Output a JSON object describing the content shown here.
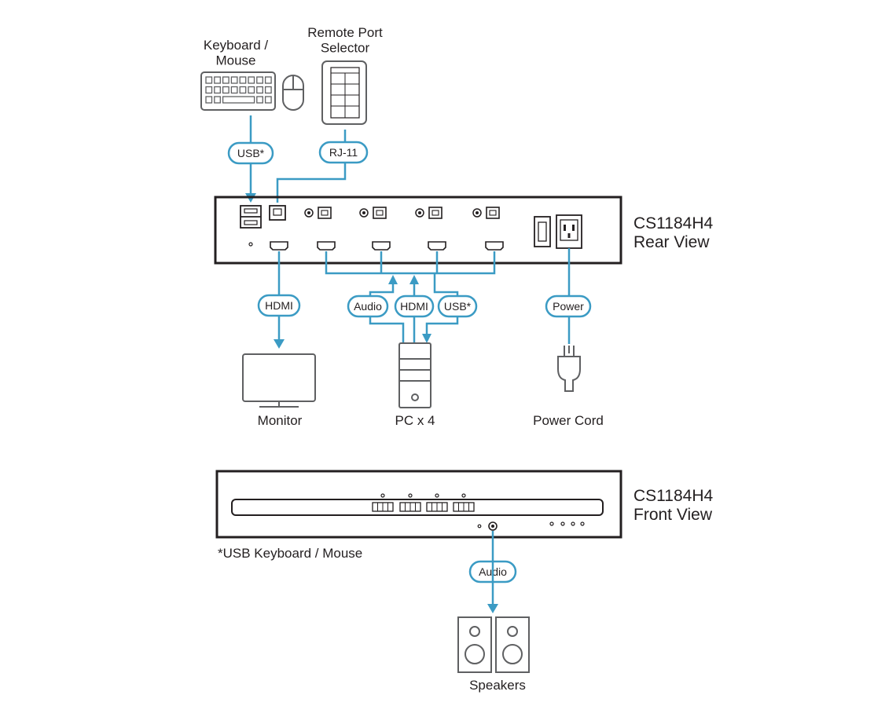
{
  "devices": {
    "keyboard_mouse": "Keyboard /\nMouse",
    "remote_port_selector": "Remote Port\nSelector",
    "monitor": "Monitor",
    "pc": "PC x 4",
    "power_cord": "Power Cord",
    "speakers": "Speakers"
  },
  "unit": {
    "rear_label": "CS1184H4\nRear View",
    "front_label": "CS1184H4\nFront View"
  },
  "connections": {
    "kbm": "USB*",
    "remote": "RJ-11",
    "monitor": "HDMI",
    "pc_audio": "Audio",
    "pc_hdmi": "HDMI",
    "pc_usb": "USB*",
    "power": "Power",
    "speakers": "Audio"
  },
  "footnote": "*USB Keyboard / Mouse",
  "colors": {
    "cable": "#3b9bc4",
    "device_outline": "#231f20",
    "peripheral_outline": "#5f6062",
    "text": "#231f20"
  }
}
